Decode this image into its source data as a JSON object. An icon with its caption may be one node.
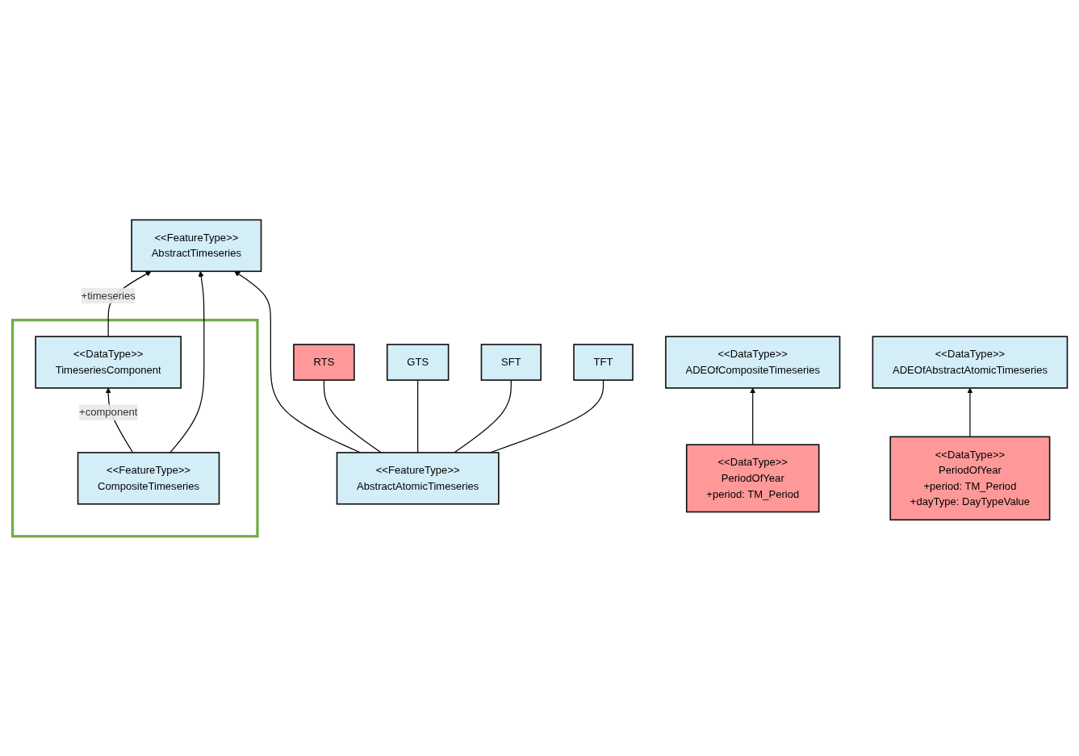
{
  "diagram": {
    "nodes": [
      {
        "text": [],
        "shape": "box"
      },
      {
        "text": [
          "<<DataType>>",
          "TimeseriesComponent"
        ],
        "in": 0
      },
      {
        "text": [
          "<<FeatureType>>",
          "CompositeTimeseries"
        ],
        "in": 0
      },
      {
        "text": [
          "<<FeatureType>>",
          "AbstractTimeseries"
        ]
      },
      {
        "text": [
          "<<FeatureType>>",
          "AbstractAtomicTimeseries"
        ]
      },
      {
        "text": [
          "RTS"
        ]
      },
      {
        "text": [
          "GTS"
        ]
      },
      {
        "text": [
          "SFT"
        ]
      },
      {
        "text": [
          "TFT"
        ]
      },
      {
        "text": [
          "<<DataType>>",
          "ADEOfCompositeTimeseries"
        ]
      },
      {
        "text": [
          "<<DataType>>",
          "PeriodOfYear",
          "+period: TM_Period"
        ]
      },
      {
        "text": [
          "<<DataType>>",
          "ADEOfAbstractAtomicTimeseries"
        ]
      },
      {
        "text": [
          "<<DataType>>",
          "PeriodOfYear",
          "+period: TM_Period",
          "+dayType: DayTypeValue"
        ]
      }
    ],
    "edges": [
      {
        "from": 1,
        "to": 3,
        "arrow": "to",
        "label": "+timeseries"
      },
      {
        "from": 2,
        "to": 1,
        "arrow": "to",
        "label": "+component"
      },
      {
        "from": 2,
        "to": 3,
        "arrow": "to"
      },
      {
        "from": 4,
        "to": 3,
        "arrow": "to"
      },
      {
        "from": 4,
        "to": 5,
        "arrow": "none"
      },
      {
        "from": 4,
        "to": 6,
        "arrow": "none"
      },
      {
        "from": 4,
        "to": 7,
        "arrow": "none"
      },
      {
        "from": 4,
        "to": 8,
        "arrow": "none"
      },
      {
        "from": 10,
        "to": 9,
        "arrow": "to"
      },
      {
        "from": 12,
        "to": 11,
        "arrow": "to"
      }
    ]
  }
}
